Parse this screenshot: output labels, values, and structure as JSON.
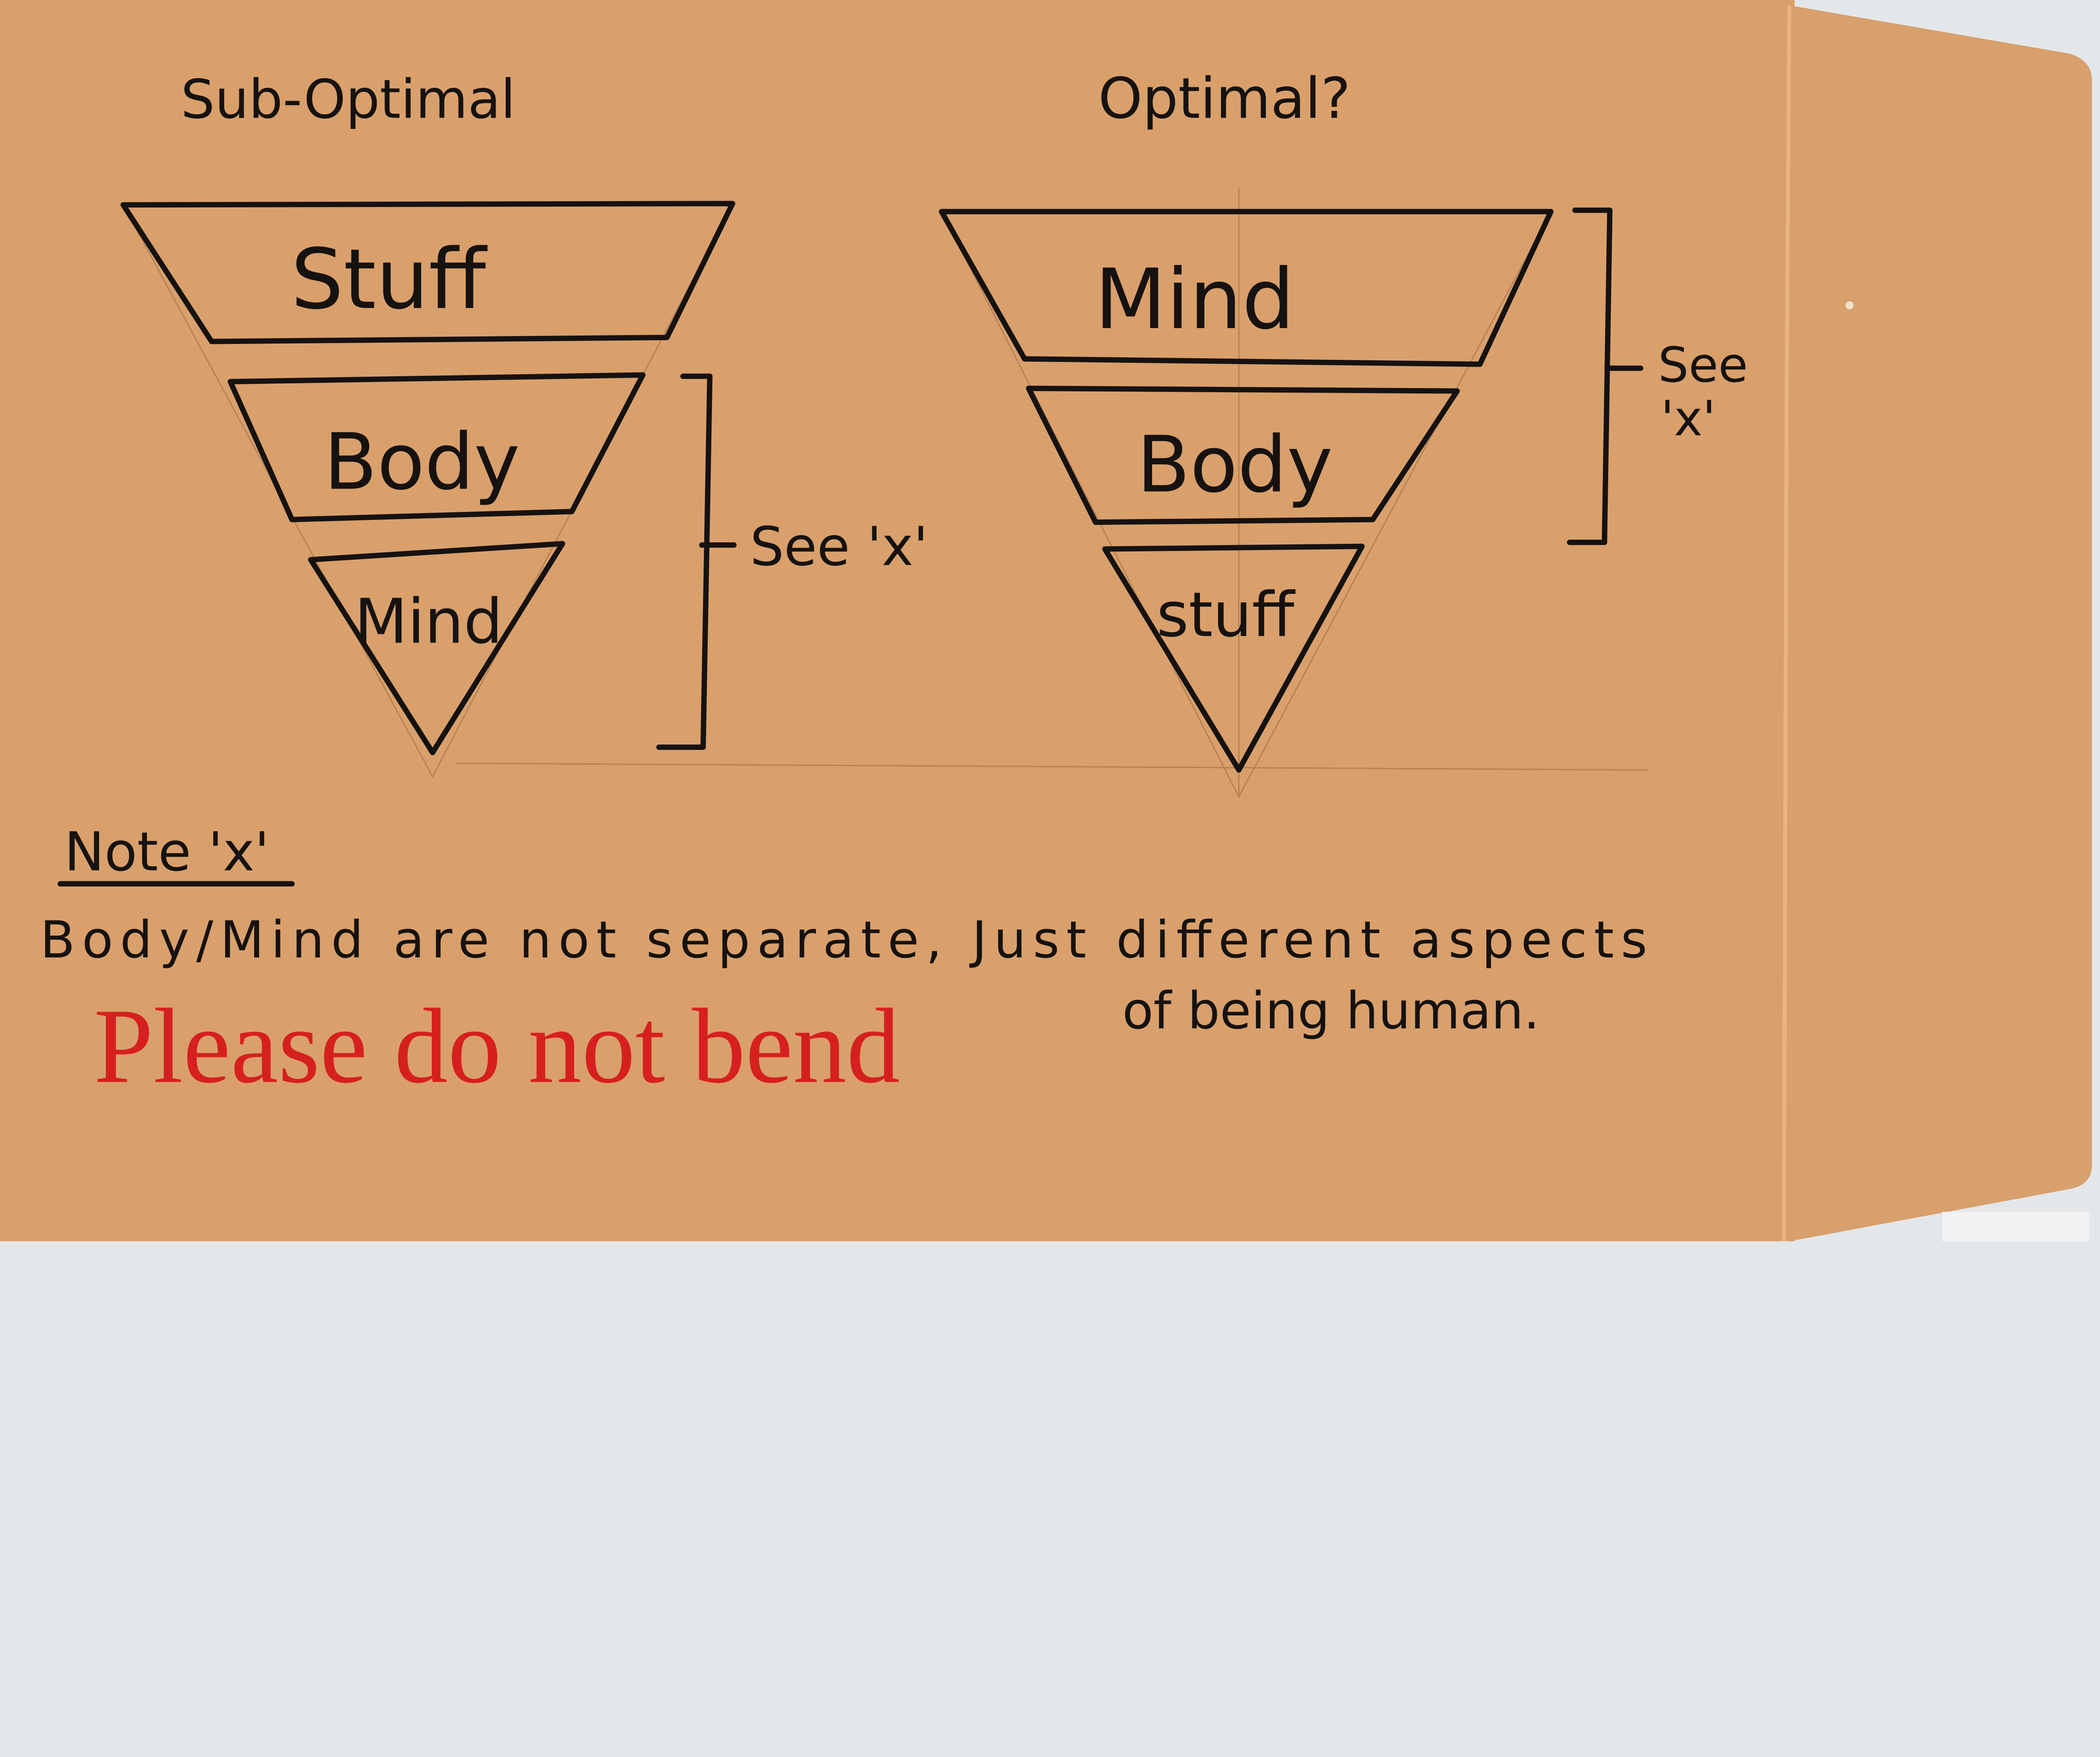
{
  "colors": {
    "paper": "#d9a06c",
    "ink": "#161210",
    "print_red": "#d6201e",
    "background": "#e4e7ea"
  },
  "left_diagram": {
    "title": "Sub-Optimal",
    "layers": [
      "Stuff",
      "Body",
      "Mind"
    ],
    "bracket_label": "See 'x'"
  },
  "right_diagram": {
    "title": "Optimal?",
    "layers": [
      "Mind",
      "Body",
      "stuff"
    ],
    "bracket_label_line1": "See",
    "bracket_label_line2": "'x'"
  },
  "note": {
    "heading": "Note 'x'",
    "line1": "Body/Mind are not separate, Just different aspects",
    "line2": "of being human."
  },
  "printed_text": "Please do not bend"
}
